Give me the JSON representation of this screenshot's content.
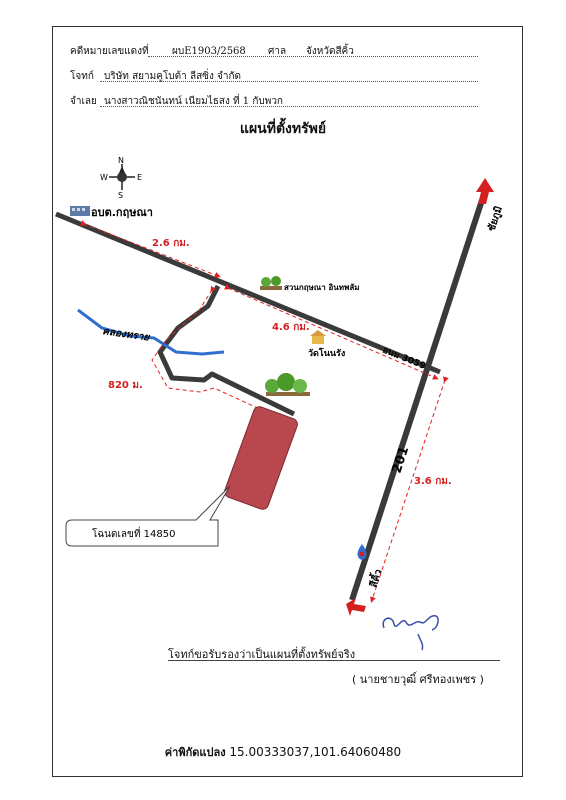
{
  "header": {
    "case_label": "คดีหมายเลขแดงที่",
    "case_number": "ผบE1903/2568",
    "court_label": "ศาล",
    "court_name": "จังหวัดสีคิ้ว",
    "plaintiff_label": "โจทก์",
    "plaintiff_name": "บริษัท สยามคูโบต้า ลีสซิ่ง จำกัด",
    "defendant_label": "จำเลย",
    "defendant_name": "นางสาวณิชนันทน์ เนียมไธสง ที่ 1 กับพวก"
  },
  "title": "แผนที่ตั้งทรัพย์",
  "map": {
    "compass": {
      "n": "N",
      "s": "S",
      "e": "E",
      "w": "W"
    },
    "landmarks": {
      "sao": "อบต.กฤษณา",
      "park": "สวนกฤษณา อินทพลัม",
      "temple": "วัดโนนรัง",
      "canal": "คลองทราย",
      "road_3059": "อนม 3059",
      "road_201": "201",
      "to_north": "ชัยภูมิ",
      "to_south": "สีคิ้ว"
    },
    "distances": {
      "d1": "2.6 กม.",
      "d2": "4.6 กม.",
      "d3": "3.6 กม.",
      "d4": "820 ม."
    },
    "parcel_callout": "โฉนดเลขที่ 14850"
  },
  "footer": {
    "certification": "โจทก์ขอรับรองว่าเป็นแผนที่ตั้งทรัพย์จริง",
    "signer": "( นายชายวุฒิ์ ศรีทองเพชร )",
    "coords_label": "ค่าพิกัดแปลง",
    "coords_value": "15.00333037,101.64060480"
  },
  "colors": {
    "road": "#3a3a3a",
    "route": "#e02020",
    "parcel": "#b8474e",
    "canal": "#2f6fcf",
    "arrow": "#d42020"
  }
}
